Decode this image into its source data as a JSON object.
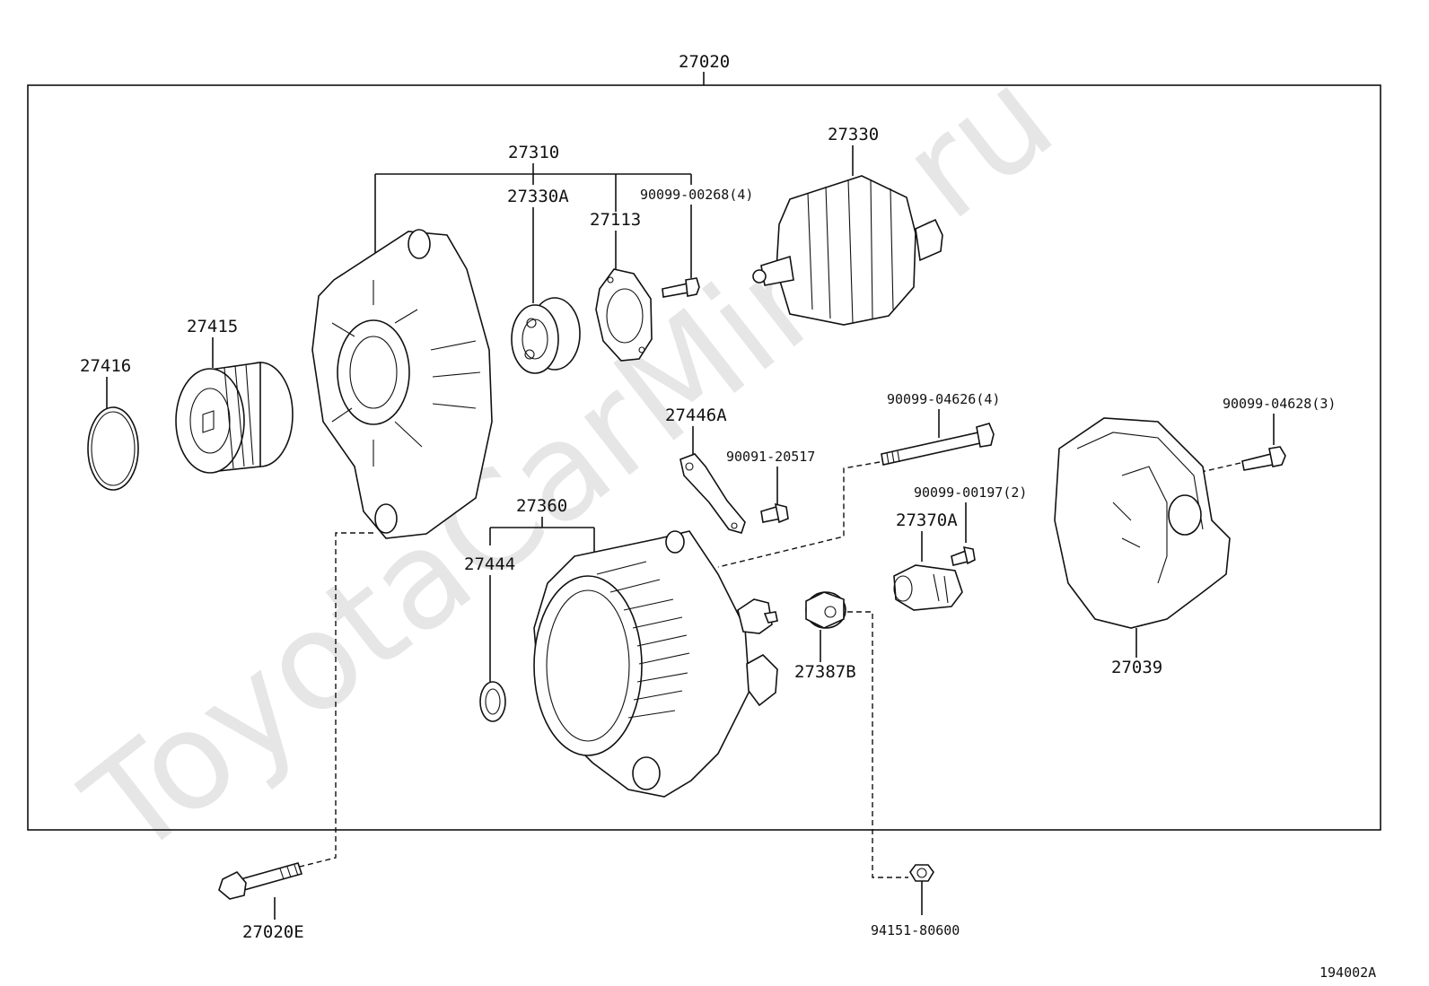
{
  "diagram": {
    "watermark": "ToyotaCarMine.ru",
    "drawing_code": "194002A",
    "labels": {
      "p27020": "27020",
      "p27310": "27310",
      "p27330": "27330",
      "p27330A": "27330A",
      "p27113": "27113",
      "p90099_00268": "90099-00268(4)",
      "p27415": "27415",
      "p27416": "27416",
      "p27446A": "27446A",
      "p90091_20517": "90091-20517",
      "p90099_04626": "90099-04626(4)",
      "p90099_04628": "90099-04628(3)",
      "p90099_00197": "90099-00197(2)",
      "p27370A": "27370A",
      "p27360": "27360",
      "p27444": "27444",
      "p27387B": "27387B",
      "p27039": "27039",
      "p27020E": "27020E",
      "p94151_80600": "94151-80600"
    }
  }
}
